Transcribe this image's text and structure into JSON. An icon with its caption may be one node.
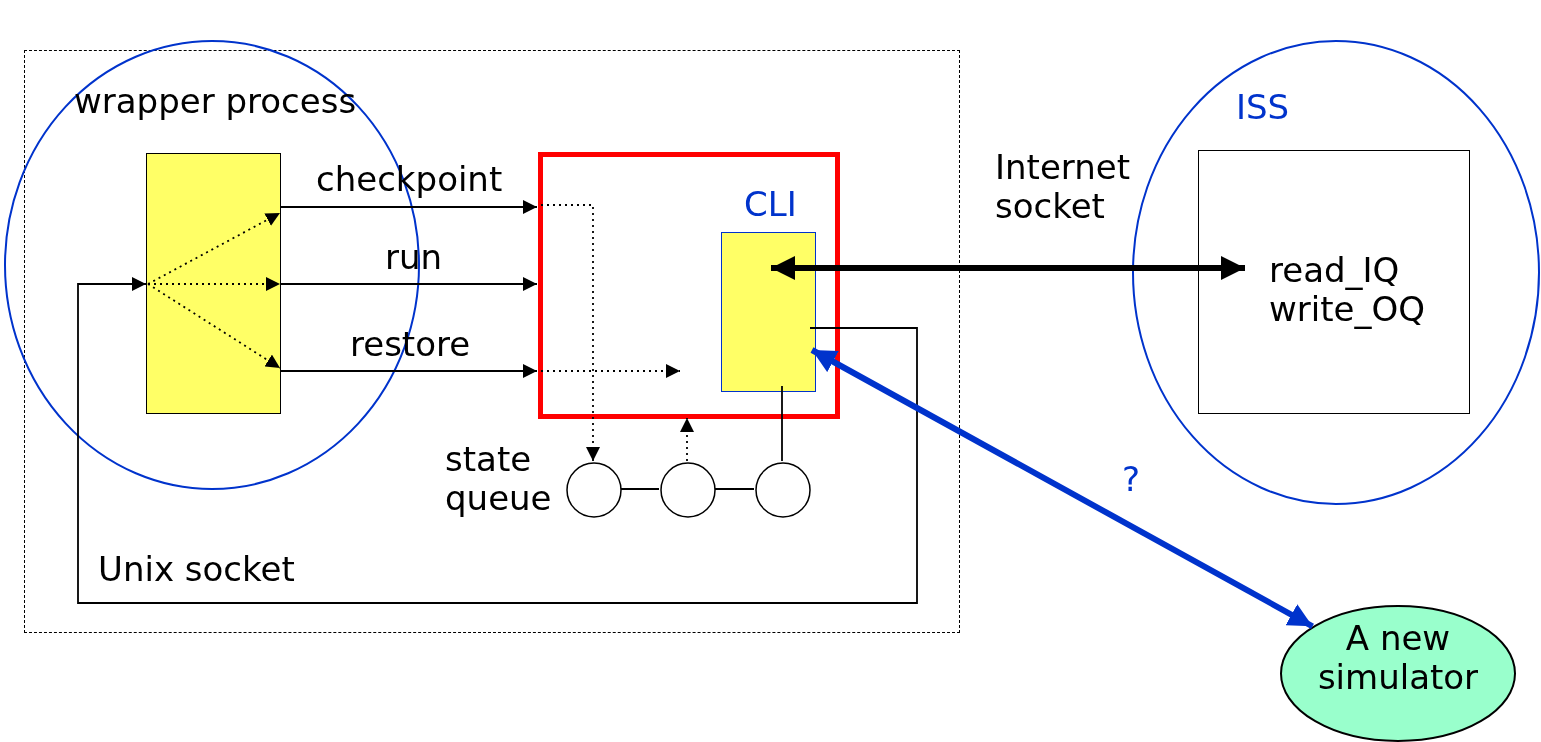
{
  "diagram": {
    "nodes": [
      {
        "text": [],
        "shape": "box"
      },
      {
        "text": [
          "wrapper process"
        ]
      },
      {
        "text": [],
        "shape": "box",
        "in": 1
      },
      {
        "text": [],
        "shape": "box",
        "in": 0
      },
      {
        "text": [
          "CLI"
        ],
        "in": 3
      },
      {
        "text": [],
        "shape": "circle",
        "in": 0
      },
      {
        "text": [],
        "shape": "circle",
        "in": 0
      },
      {
        "text": [],
        "shape": "circle",
        "in": 0
      },
      {
        "text": [
          "ISS"
        ]
      },
      {
        "text": [
          "read_IQ write_OQ"
        ],
        "in": 8
      },
      {
        "text": [
          "A new simulator"
        ]
      }
    ],
    "edges": [
      {
        "from": 2,
        "to": 3,
        "arrow": "to",
        "label": "checkpoint"
      },
      {
        "from": 2,
        "to": 3,
        "arrow": "to",
        "label": "run"
      },
      {
        "from": 2,
        "to": 3,
        "arrow": "to",
        "label": "restore"
      },
      {
        "from": 3,
        "to": 5,
        "arrow": "to",
        "style": "dashed"
      },
      {
        "from": 6,
        "to": 3,
        "arrow": "to",
        "style": "dashed"
      },
      {
        "from": 5,
        "to": 6,
        "arrow": "none"
      },
      {
        "from": 6,
        "to": 7,
        "arrow": "none"
      },
      {
        "from": 7,
        "to": 4,
        "arrow": "none"
      },
      {
        "from": 4,
        "to": 2,
        "arrow": "to",
        "label": "Unix socket"
      },
      {
        "from": 4,
        "to": 9,
        "arrow": "both",
        "label": "Internet socket",
        "style": "thick"
      },
      {
        "from": 4,
        "to": 10,
        "arrow": "both",
        "label": "?",
        "style": "thick",
        "color": "#0033cc"
      }
    ],
    "labels": [
      "state queue"
    ]
  }
}
